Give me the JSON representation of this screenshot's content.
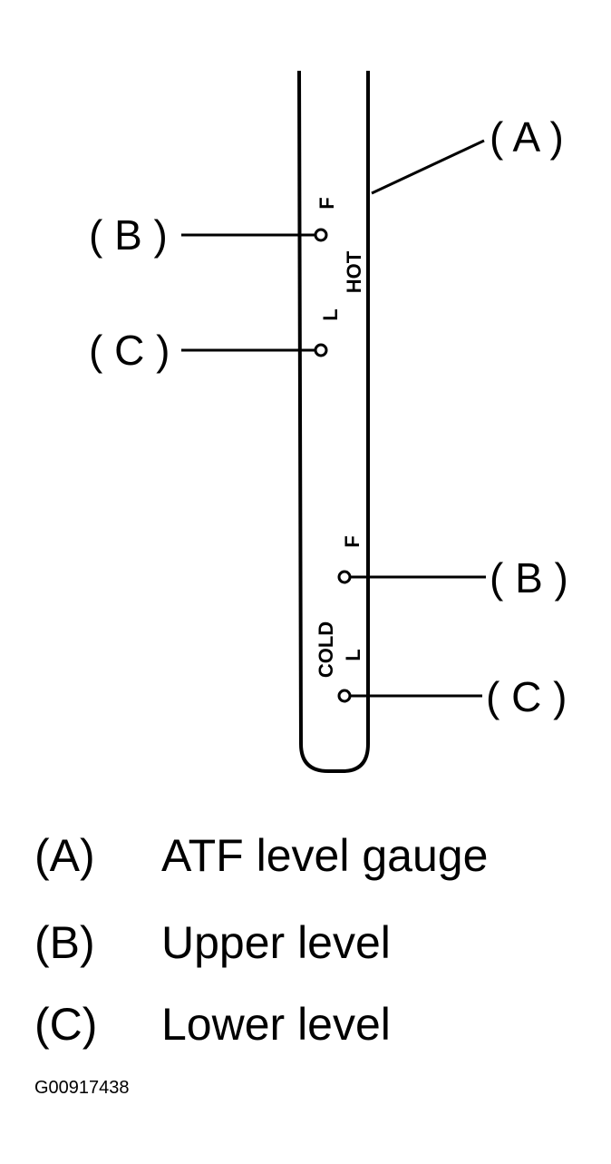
{
  "gauge": {
    "hot": {
      "label": "HOT",
      "full_mark": "F",
      "low_mark": "L"
    },
    "cold": {
      "label": "COLD",
      "full_mark": "F",
      "low_mark": "L"
    }
  },
  "callouts": {
    "a": "( A )",
    "b_hot": "( B )",
    "c_hot": "( C )",
    "b_cold": "( B )",
    "c_cold": "( C )"
  },
  "legend": [
    {
      "key": "(A)",
      "description": "ATF level gauge"
    },
    {
      "key": "(B)",
      "description": "Upper level"
    },
    {
      "key": "(C)",
      "description": "Lower level"
    }
  ],
  "figure_code": "G00917438",
  "colors": {
    "ink": "#000000",
    "background": "#ffffff"
  }
}
